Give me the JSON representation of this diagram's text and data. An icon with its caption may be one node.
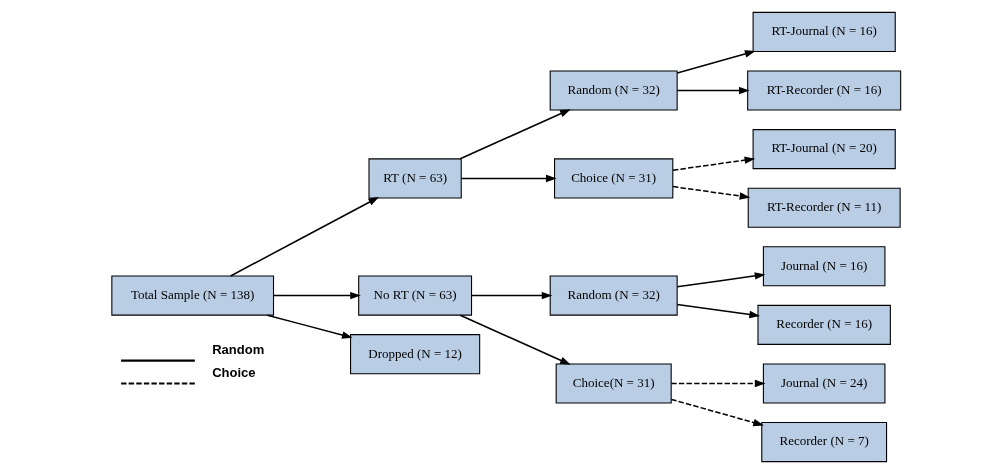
{
  "diagram": {
    "nodes": [
      {
        "text": [
          "Total Sample (N = 138)"
        ]
      },
      {
        "text": [
          "RT (N = 63)"
        ]
      },
      {
        "text": [
          "No RT (N = 63)"
        ]
      },
      {
        "text": [
          "Dropped (N = 12)"
        ]
      },
      {
        "text": [
          "Random (N = 32)"
        ]
      },
      {
        "text": [
          "Choice (N = 31)"
        ]
      },
      {
        "text": [
          "Random (N = 32)"
        ]
      },
      {
        "text": [
          "Choice(N = 31)"
        ]
      },
      {
        "text": [
          "RT-Journal (N = 16)"
        ]
      },
      {
        "text": [
          "RT-Recorder (N = 16)"
        ]
      },
      {
        "text": [
          "RT-Journal (N = 20)"
        ]
      },
      {
        "text": [
          "RT-Recorder (N = 11)"
        ]
      },
      {
        "text": [
          "Journal (N = 16)"
        ]
      },
      {
        "text": [
          "Recorder (N = 16)"
        ]
      },
      {
        "text": [
          "Journal (N = 24)"
        ]
      },
      {
        "text": [
          "Recorder (N = 7)"
        ]
      }
    ],
    "edges": [
      {
        "from": 0,
        "to": 1,
        "arrow": "to"
      },
      {
        "from": 0,
        "to": 2,
        "arrow": "to"
      },
      {
        "from": 0,
        "to": 3,
        "arrow": "to"
      },
      {
        "from": 1,
        "to": 4,
        "arrow": "to"
      },
      {
        "from": 1,
        "to": 5,
        "arrow": "to"
      },
      {
        "from": 2,
        "to": 6,
        "arrow": "to"
      },
      {
        "from": 2,
        "to": 7,
        "arrow": "to"
      },
      {
        "from": 4,
        "to": 8,
        "arrow": "to"
      },
      {
        "from": 4,
        "to": 9,
        "arrow": "to"
      },
      {
        "from": 5,
        "to": 10,
        "arrow": "to",
        "style": "dashed"
      },
      {
        "from": 5,
        "to": 11,
        "arrow": "to",
        "style": "dashed"
      },
      {
        "from": 6,
        "to": 12,
        "arrow": "to"
      },
      {
        "from": 6,
        "to": 13,
        "arrow": "to"
      },
      {
        "from": 7,
        "to": 14,
        "arrow": "to",
        "style": "dashed"
      },
      {
        "from": 7,
        "to": 15,
        "arrow": "to",
        "style": "dashed"
      }
    ],
    "legend": [
      {
        "text": "Random"
      },
      {
        "text": "Choice"
      }
    ]
  }
}
